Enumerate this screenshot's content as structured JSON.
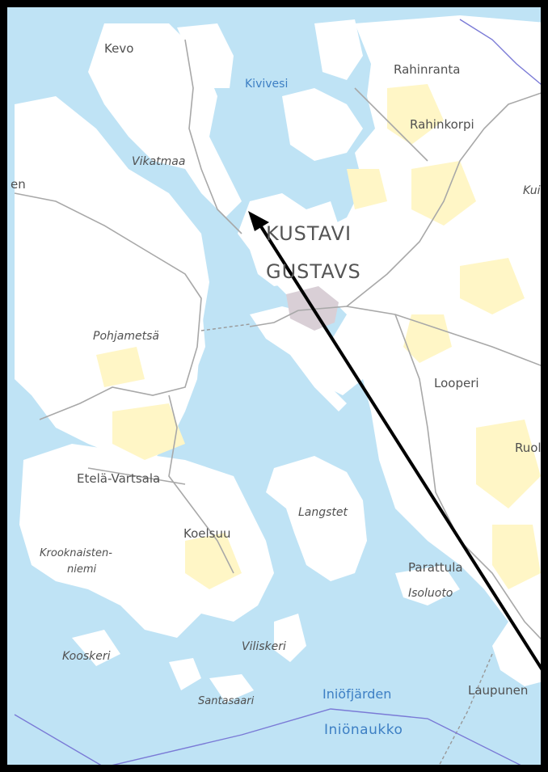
{
  "colors": {
    "sea": "#bfe3f5",
    "land": "#ffffff",
    "farmland": "#fff6c6",
    "urban": "#d9cfd6",
    "road": "#a8a8a8",
    "border": "#7a7ad6",
    "frame": "#000000",
    "arrow": "#000000"
  },
  "map": {
    "municipality_fi": "KUSTAVI",
    "municipality_sv": "GUSTAVS",
    "labels": {
      "kevo": "Kevo",
      "kivivesi": "Kivivesi",
      "rahinranta": "Rahinranta",
      "rahinkorpi": "Rahinkorpi",
      "vikatmaa": "Vikatmaa",
      "en_partial": "en",
      "kuiv_partial": "Kuiv",
      "pohjametsa": "Pohjametsä",
      "looperi": "Looperi",
      "ruola_partial": "Ruola",
      "etela_vartsala": "Etelä-Vartsala",
      "langstet": "Langstet",
      "koelsuu": "Koelsuu",
      "krooknaisten_1": "Krooknaisten-",
      "krooknaisten_2": "niemi",
      "parattula": "Parattula",
      "isoluoto": "Isoluoto",
      "kooskeri": "Kooskeri",
      "viliskeri": "Viliskeri",
      "iniofjarden": "Iniöfjärden",
      "laupunen": "Laupunen",
      "santasaari": "Santasaari",
      "inionaukko": "Iniönaukko"
    },
    "arrow_icon": "arrow-northwest-icon"
  }
}
